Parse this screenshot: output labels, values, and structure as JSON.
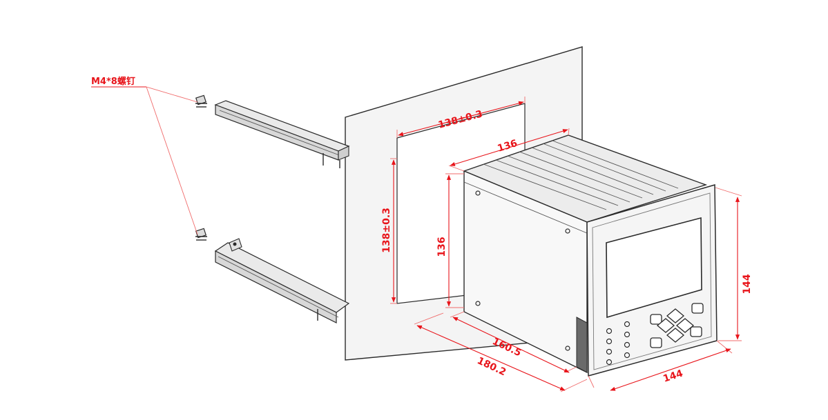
{
  "diagram": {
    "screw_label": "M4*8螺钉",
    "cutout_width": "138±0.3",
    "cutout_height": "138±0.3",
    "case_width": "136",
    "case_height": "136",
    "mount_depth": "160.5",
    "total_depth": "180.2",
    "bezel_width": "144",
    "bezel_height": "144"
  },
  "colors": {
    "dimension": "#e8151b",
    "outline": "#2a2a2a",
    "panel_fill": "#f4f4f4",
    "screen_fill": "#ffffff"
  }
}
